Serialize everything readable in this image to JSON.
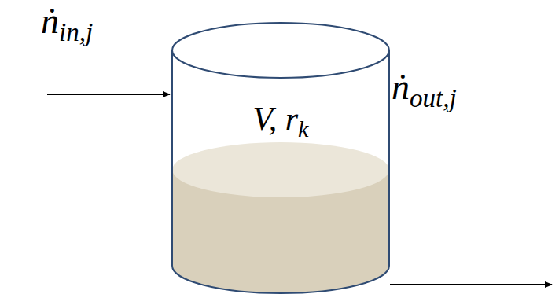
{
  "diagram": {
    "nodes": [
      {
        "text": [
          "V, rk"
        ]
      }
    ],
    "labels": [
      "ṅin,j",
      "ṅout,j"
    ]
  }
}
